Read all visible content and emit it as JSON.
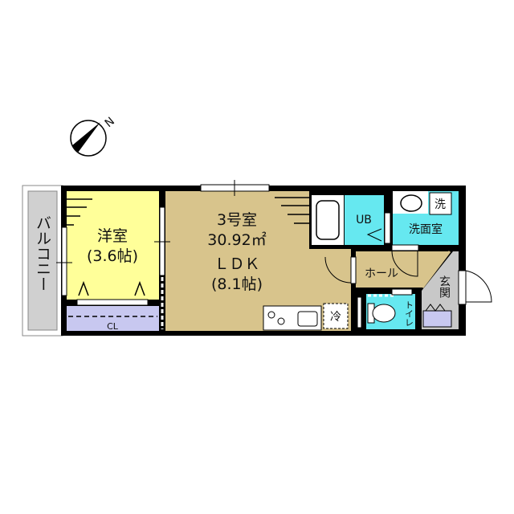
{
  "compass": {
    "label": "N"
  },
  "rooms": {
    "balcony": "バルコニー",
    "western_room": {
      "name": "洋室",
      "size": "(3.6帖)"
    },
    "closet": "CL",
    "ldk": {
      "unit": "3号室",
      "area": "30.92㎡",
      "name": "ＬＤＫ",
      "size": "(8.1帖)"
    },
    "unit_bath": "UB",
    "washroom": "洗面室",
    "washer": "洗",
    "hall": "ホール",
    "entrance": "玄関",
    "toilet": "トイレ",
    "fridge": "冷"
  },
  "colors": {
    "western_room": "#ffff99",
    "closet": "#c8c8f0",
    "ldk": "#d8c48c",
    "wet_area": "#66e8f0",
    "entrance": "#c8c8c8",
    "balcony": "#d0d0d0"
  }
}
